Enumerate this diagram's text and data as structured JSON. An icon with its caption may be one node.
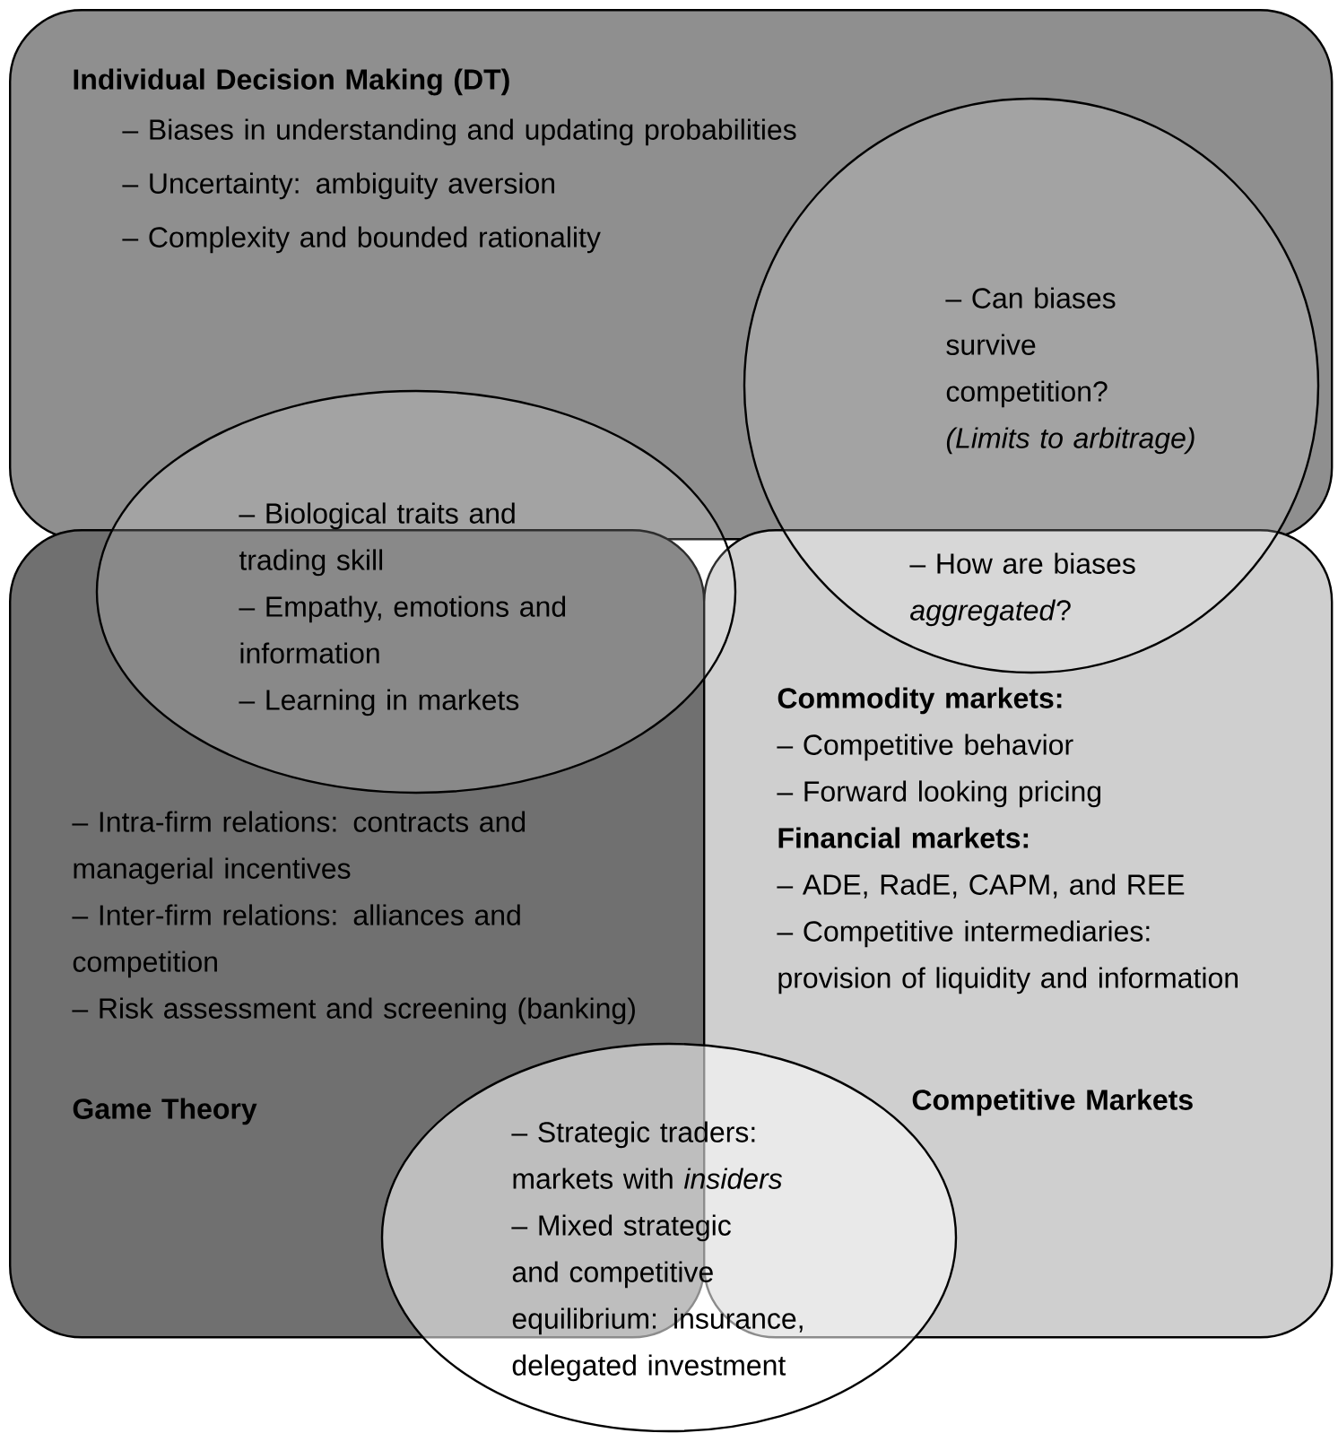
{
  "diagram": {
    "nodes": [
      {
        "text": [
          "Individual Decision Making (DT)",
          "– Biases in understanding and updating probabilities",
          "– Uncertainty: ambiguity aversion",
          "– Complexity and bounded rationality"
        ]
      },
      {
        "text": [
          "– Intra-firm relations: contracts and managerial incentives",
          "– Inter-firm relations: alliances and competition",
          "– Risk assessment and screening (banking)",
          "Game Theory"
        ]
      },
      {
        "text": [
          "Commodity markets:",
          "– Competitive behavior",
          "– Forward looking pricing",
          "Financial markets:",
          "– ADE, RadE, CAPM, and REE",
          "– Competitive intermediaries: provision of liquidity and information",
          "Competitive Markets"
        ]
      },
      {
        "text": [
          "– Can biases survive competition? *(Limits to arbitrage)*",
          "– How are biases *aggregated*?"
        ]
      },
      {
        "text": [
          "– Biological traits and trading skill",
          "– Empathy, emotions and information",
          "– Learning in markets"
        ]
      },
      {
        "text": [
          "– Strategic traders: markets with *insiders*",
          "– Mixed strategic and competitive equilibrium: insurance, delegated investment"
        ]
      }
    ]
  }
}
